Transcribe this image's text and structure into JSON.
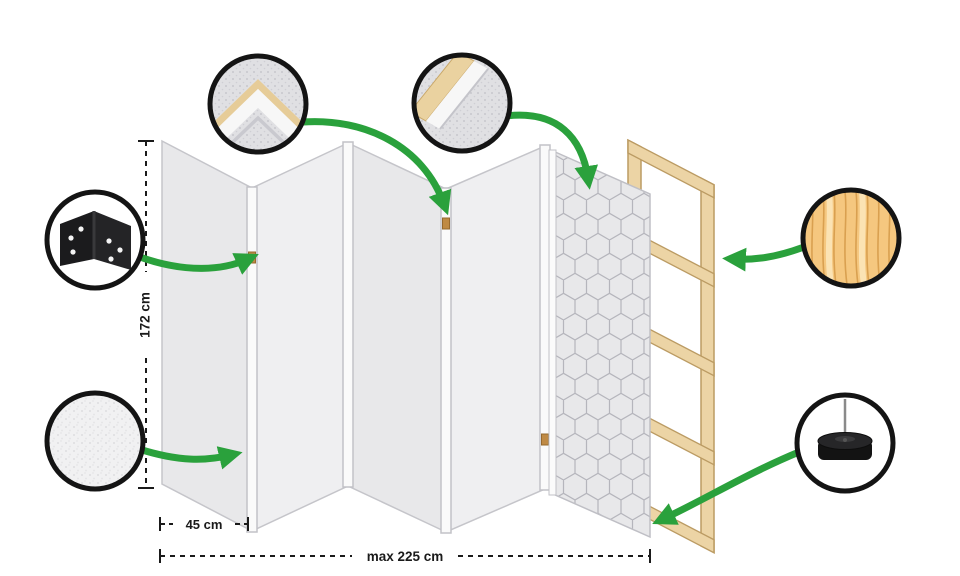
{
  "diagram": {
    "type": "room-divider-construction-diagram",
    "dimensions": {
      "height": "172 cm",
      "panel_width": "45 cm",
      "max_total_width": "max 225 cm"
    },
    "panels": {
      "count": 5,
      "patterned_panel": "geometric-cube-pattern"
    },
    "callouts": [
      {
        "id": "frame-corner-detail",
        "icon": "frame-corner-detail-icon"
      },
      {
        "id": "fabric-frame-corner-detail",
        "icon": "fabric-corner-detail-icon"
      },
      {
        "id": "metal-hinge",
        "icon": "hinge-icon"
      },
      {
        "id": "canvas-texture",
        "icon": "canvas-texture-icon"
      },
      {
        "id": "pine-wood-texture",
        "icon": "pine-wood-icon"
      },
      {
        "id": "stabilizing-foot",
        "icon": "foot-icon"
      }
    ],
    "colors": {
      "accent_green": "#2aa13c",
      "panel_grey": "#e8e8ea",
      "wood": "#ecd4a5",
      "outline": "#141414",
      "background": "#ffffff"
    }
  }
}
